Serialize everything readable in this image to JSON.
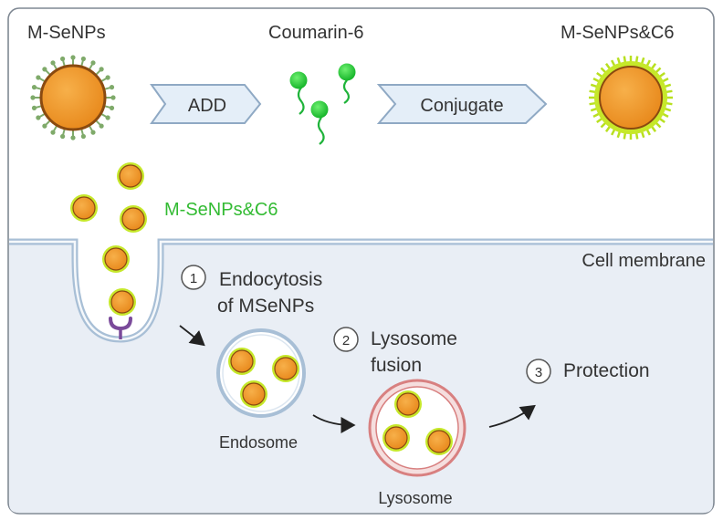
{
  "top_row": {
    "msenps_label": "M-SeNPs",
    "coumarin_label": "Coumarin-6",
    "product_label": "M-SeNPs&C6",
    "add_label": "ADD",
    "conjugate_label": "Conjugate"
  },
  "cell": {
    "particles_label": "M-SeNPs&C6",
    "membrane_label": "Cell membrane",
    "endosome_label": "Endosome",
    "lysosome_label": "Lysosome"
  },
  "steps": [
    {
      "number": "1",
      "line1": "Endocytosis",
      "line2": "of MSeNPs"
    },
    {
      "number": "2",
      "line1": "Lysosome",
      "line2": "fusion"
    },
    {
      "number": "3",
      "line1": "Protection"
    }
  ],
  "colors": {
    "particle_fill": "#f09a2a",
    "particle_stroke": "#8a4a10",
    "c6_coat": "#b8e020",
    "c6_dye": "#22cc33",
    "label_green": "#33bb33",
    "chevron_fill": "#e4eef8",
    "chevron_stroke": "#8fa9c4",
    "cell_fill": "#e9eef5",
    "membrane_stroke": "#a8bfd6",
    "lysosome_ring": "#d88080",
    "receptor": "#7a4a9a"
  },
  "icons": {
    "receptor": "receptor-icon",
    "arrow": "curved-arrow-icon"
  }
}
